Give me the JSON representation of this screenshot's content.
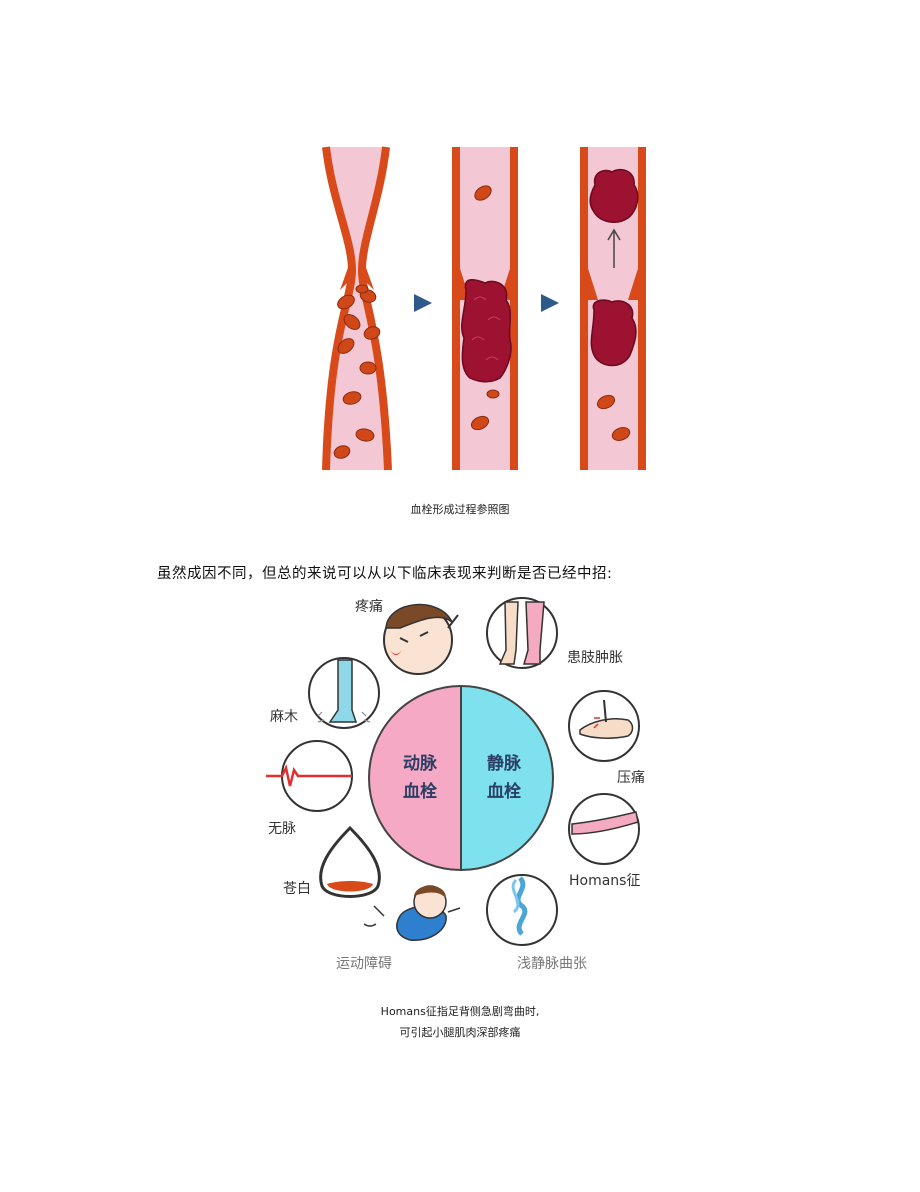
{
  "figure1": {
    "caption": "血栓形成过程参照图"
  },
  "intro_text": "虽然成因不同，但总的来说可以从以下临床表现来判断是否已经中招:",
  "figure2": {
    "center": {
      "left": {
        "line1": "动脉",
        "line2": "血栓"
      },
      "right": {
        "line1": "静脉",
        "line2": "血栓"
      }
    },
    "symptoms": {
      "pain": "疼痛",
      "limb_swelling": "患肢肿胀",
      "numbness": "麻木",
      "tenderness": "压痛",
      "pulseless": "无脉",
      "homans": "Homans征",
      "pallor": "苍白",
      "movement_disorder": "运动障碍",
      "varicose": "浅静脉曲张"
    },
    "caption_line1": "Homans征指足背侧急剧弯曲时,",
    "caption_line2": "可引起小腿肌肉深部疼痛"
  },
  "colors": {
    "vessel_wall": "#d84a1a",
    "vessel_inner": "#f4c7d4",
    "rbc": "#d04818",
    "clot": "#9c1230",
    "arrow": "#2d5a8a",
    "artery": "#f6a9c4",
    "vein": "#7fe0ee"
  }
}
